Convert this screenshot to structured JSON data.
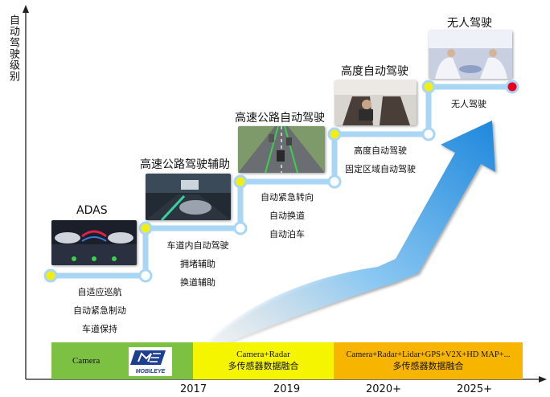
{
  "y_axis_label": "自动驾驶级别",
  "stages": [
    {
      "title": "ADAS",
      "features": [
        "自适应巡航",
        "自动紧急制动",
        "车道保持"
      ]
    },
    {
      "title": "高速公路驾驶辅助",
      "features": [
        "车道内自动驾驶",
        "拥堵辅助",
        "换道辅助"
      ]
    },
    {
      "title": "高速公路自动驾驶",
      "features": [
        "自动紧急转向",
        "自动换道",
        "自动泊车"
      ]
    },
    {
      "title": "高度自动驾驶",
      "features": [
        "高度自动驾驶",
        "固定区域自动驾驶"
      ]
    },
    {
      "title": "无人驾驶",
      "features": [
        "无人驾驶"
      ]
    }
  ],
  "bands": [
    {
      "line1": "Camera",
      "line2": "",
      "color": "#7dc142"
    },
    {
      "line1": "Camera+Radar",
      "line2": "多传感器数据融合",
      "color": "#f5f500"
    },
    {
      "line1": "Camera+Radar+Lidar+GPS+V2X+HD MAP+...",
      "line2": "多传感器数据融合",
      "color": "#f7b500"
    }
  ],
  "logo_text": "MOBILEYE",
  "x_ticks": [
    "2017",
    "2019",
    "2020+",
    "2025+"
  ],
  "colors": {
    "node_fill_yellow": "#f2ee14",
    "node_fill_white": "#ffffff",
    "node_fill_red": "#e8001c",
    "staircase": "#a9d6f5",
    "arrow": "#2f97e0"
  }
}
